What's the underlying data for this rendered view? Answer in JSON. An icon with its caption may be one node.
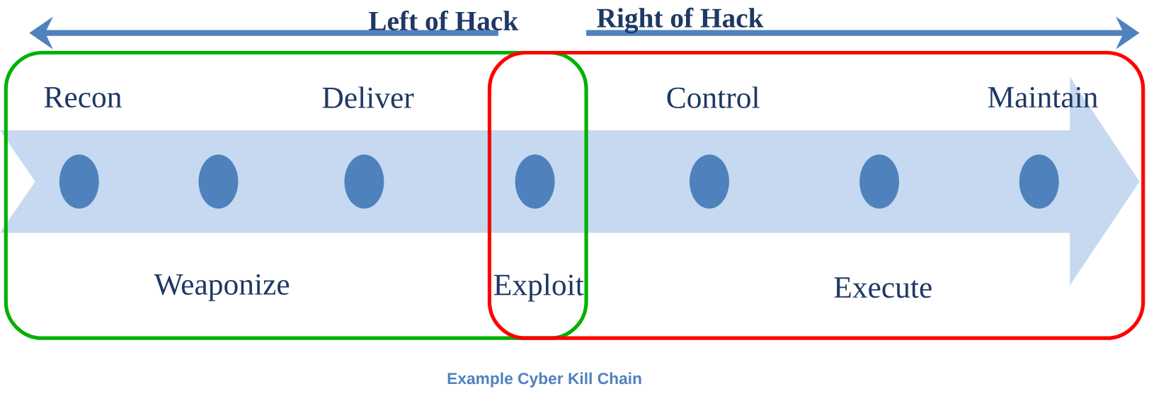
{
  "diagram": {
    "caption": "Example Cyber Kill Chain",
    "nodes": [
      {
        "text": [],
        "shape": "box"
      },
      {
        "text": [],
        "shape": "box"
      },
      {
        "text": [],
        "shape": "circle",
        "in": 0,
        "beside": [
          "Recon"
        ]
      },
      {
        "text": [],
        "shape": "circle",
        "in": 0,
        "beside": [
          "Weaponize"
        ]
      },
      {
        "text": [],
        "shape": "circle",
        "in": 0,
        "beside": [
          "Deliver"
        ]
      },
      {
        "text": [],
        "shape": "circle",
        "beside": [
          "Exploit"
        ]
      },
      {
        "text": [],
        "shape": "circle",
        "in": 1,
        "beside": [
          "Control"
        ]
      },
      {
        "text": [],
        "shape": "circle",
        "in": 1,
        "beside": [
          "Execute"
        ]
      },
      {
        "text": [],
        "shape": "circle",
        "in": 1,
        "beside": [
          "Maintain"
        ]
      }
    ],
    "labels": [
      "Left of Hack",
      "Right of Hack"
    ]
  }
}
